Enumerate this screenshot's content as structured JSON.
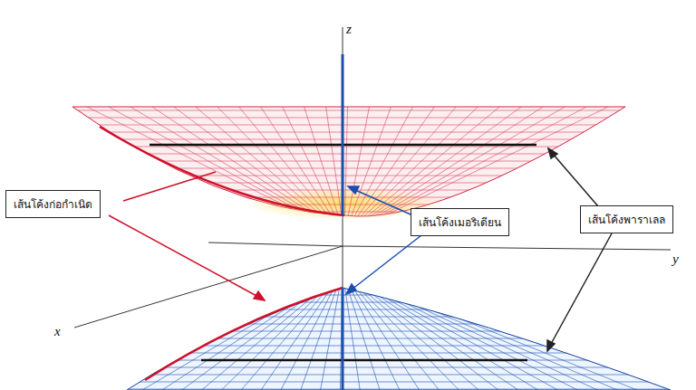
{
  "diagram": {
    "nodes": [
      {
        "text": [
          "เส้นโค้งก่อกำเนิด"
        ]
      },
      {
        "text": [
          "เส้นโค้งเมอริเดียน"
        ]
      },
      {
        "text": [
          "เส้นโค้งพาราเลล"
        ]
      }
    ],
    "labels": [
      "z",
      "y",
      "x"
    ]
  }
}
